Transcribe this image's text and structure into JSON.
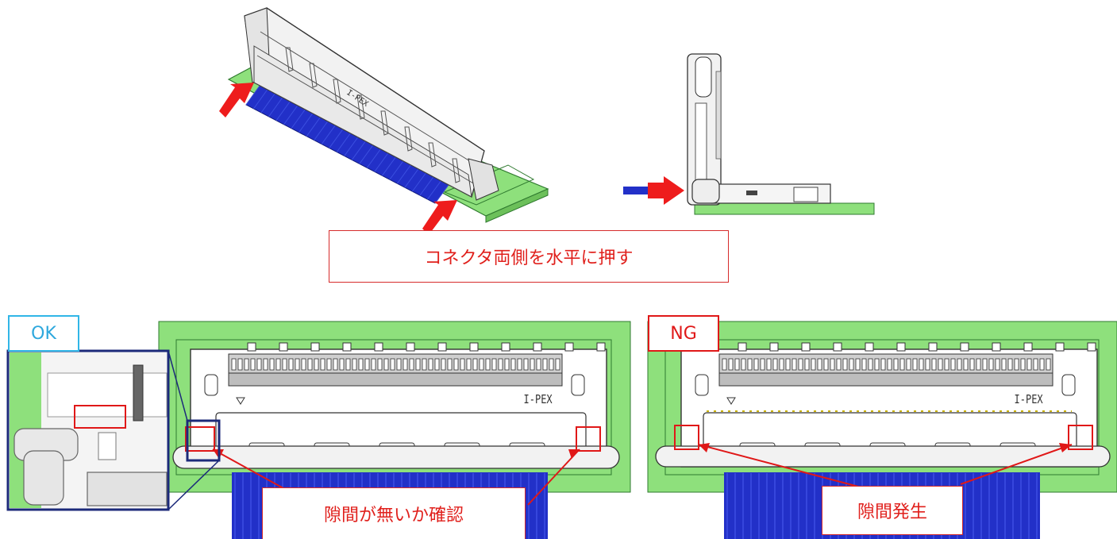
{
  "instruction_label": "コネクタ両側を水平に押す",
  "ok_panel": {
    "tag": "OK",
    "callout": "隙間が無いか確認",
    "brand": "I-PEX"
  },
  "ng_panel": {
    "tag": "NG",
    "callout": "隙間発生",
    "brand": "I-PEX"
  },
  "top_iso": {
    "brand": "I-PEX"
  },
  "colors": {
    "pcb_green": "#8ee07c",
    "cable_blue": "#2230c8",
    "arrow_red": "#ee1c1c",
    "callout_red": "#e0201c",
    "ok_cyan": "#31b6e7",
    "ng_red": "#e01818",
    "zoom_navy": "#1c2a7a"
  }
}
